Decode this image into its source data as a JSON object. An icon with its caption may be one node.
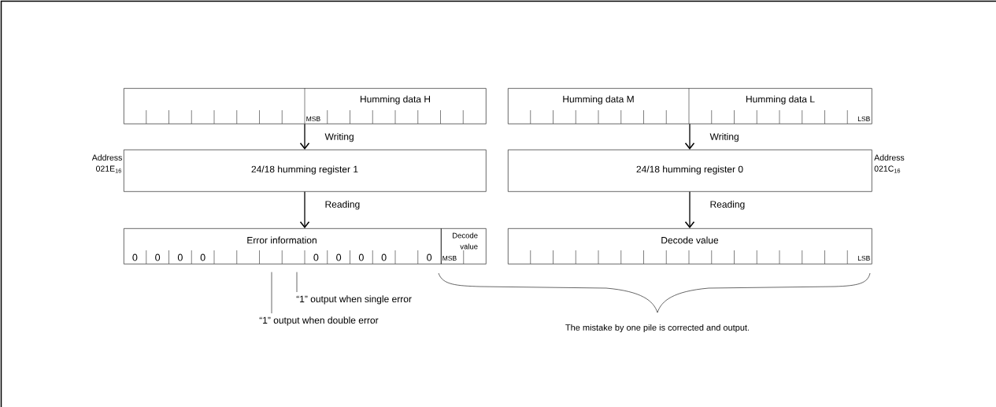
{
  "diagram": {
    "nodes": [
      {
        "text": [
          "Humming data H"
        ]
      },
      {
        "text": [
          "Humming data M",
          "Humming data L"
        ]
      },
      {
        "text": [
          "24/18 humming register 1"
        ],
        "beside": [
          "Address 021E$_{16}$"
        ]
      },
      {
        "text": [
          "24/18 humming register 0"
        ],
        "beside": [
          "Address 021C$_{16}$"
        ]
      },
      {
        "text": [
          "Error information"
        ]
      },
      {
        "text": [
          "Decode value"
        ]
      },
      {
        "text": [
          "Decode value"
        ]
      },
      {
        "text": [
          "“1” output when single error"
        ]
      },
      {
        "text": [
          "“1” output when double error"
        ]
      }
    ],
    "edges": [
      {
        "from": 0,
        "to": 2,
        "arrow": "to",
        "label": "Writing"
      },
      {
        "from": 1,
        "to": 3,
        "arrow": "to",
        "label": "Writing"
      },
      {
        "from": 2,
        "to": 4,
        "arrow": "to",
        "label": "Reading"
      },
      {
        "from": 3,
        "to": 6,
        "arrow": "to",
        "label": "Reading"
      },
      {
        "from": 7,
        "to": 4,
        "arrow": "none"
      },
      {
        "from": 8,
        "to": 4,
        "arrow": "none"
      }
    ],
    "labels": [
      "MSB",
      "LSB",
      "0",
      "0",
      "0",
      "0",
      "0",
      "0",
      "0",
      "0",
      "0",
      "MSB",
      "LSB",
      "The mistake by one pile is corrected and output."
    ]
  }
}
